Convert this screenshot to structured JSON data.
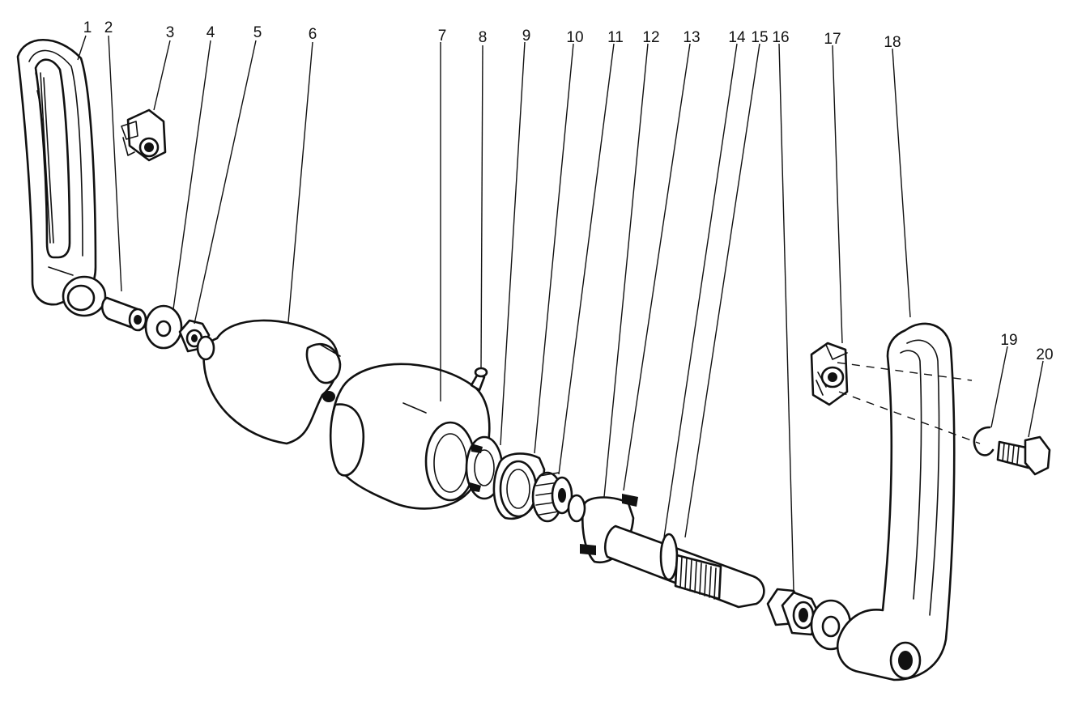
{
  "diagram": {
    "type": "exploded-parts-view",
    "ink_color": "#111111",
    "background": "#ffffff",
    "part_numbers": [
      "1",
      "2",
      "3",
      "4",
      "5",
      "6",
      "7",
      "8",
      "9",
      "10",
      "11",
      "12",
      "13",
      "14",
      "15",
      "16",
      "17",
      "18",
      "19",
      "20"
    ]
  }
}
